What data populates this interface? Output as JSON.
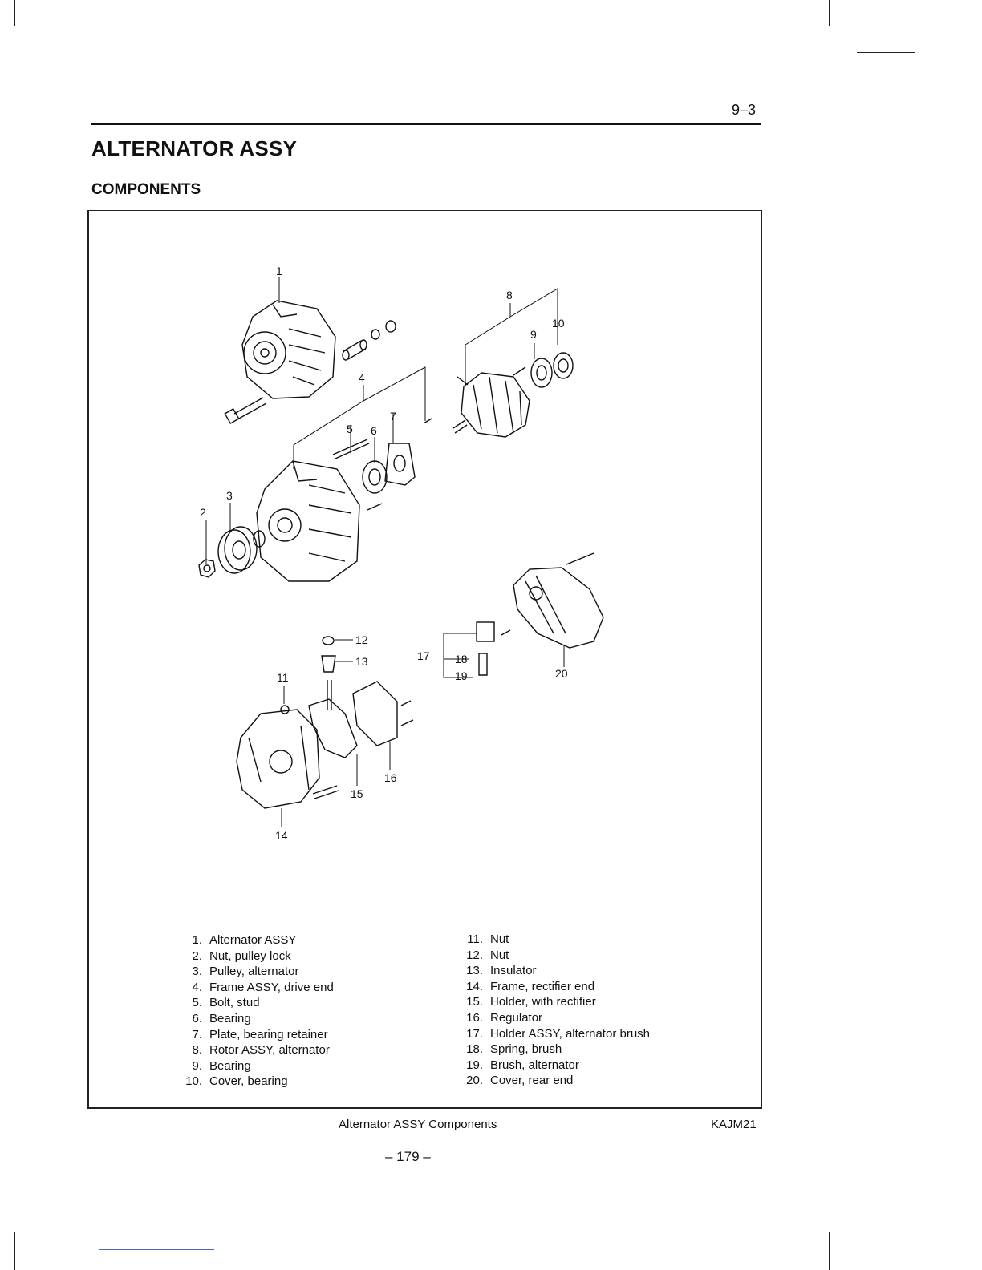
{
  "header": {
    "page_number": "9–3"
  },
  "title": "ALTERNATOR ASSY",
  "subtitle": "COMPONENTS",
  "diagram_labels": [
    "1",
    "2",
    "3",
    "4",
    "5",
    "6",
    "7",
    "8",
    "9",
    "10",
    "11",
    "12",
    "13",
    "14",
    "15",
    "16",
    "17",
    "18",
    "19",
    "20"
  ],
  "legend_left": [
    {
      "num": "1.",
      "text": "Alternator ASSY"
    },
    {
      "num": "2.",
      "text": "Nut, pulley lock"
    },
    {
      "num": "3.",
      "text": "Pulley, alternator"
    },
    {
      "num": "4.",
      "text": "Frame ASSY, drive end"
    },
    {
      "num": "5.",
      "text": "Bolt, stud"
    },
    {
      "num": "6.",
      "text": "Bearing"
    },
    {
      "num": "7.",
      "text": "Plate, bearing retainer"
    },
    {
      "num": "8.",
      "text": "Rotor ASSY, alternator"
    },
    {
      "num": "9.",
      "text": "Bearing"
    },
    {
      "num": "10.",
      "text": "Cover, bearing"
    }
  ],
  "legend_right": [
    {
      "num": "11.",
      "text": "Nut"
    },
    {
      "num": "12.",
      "text": "Nut"
    },
    {
      "num": "13.",
      "text": "Insulator"
    },
    {
      "num": "14.",
      "text": "Frame, rectifier end"
    },
    {
      "num": "15.",
      "text": "Holder, with rectifier"
    },
    {
      "num": "16.",
      "text": "Regulator"
    },
    {
      "num": "17.",
      "text": "Holder ASSY, alternator brush"
    },
    {
      "num": "18.",
      "text": "Spring, brush"
    },
    {
      "num": "19.",
      "text": "Brush, alternator"
    },
    {
      "num": "20.",
      "text": "Cover, rear end"
    }
  ],
  "caption": "Alternator ASSY Components",
  "figure_code": "KAJM21",
  "footer_page": "– 179 –"
}
